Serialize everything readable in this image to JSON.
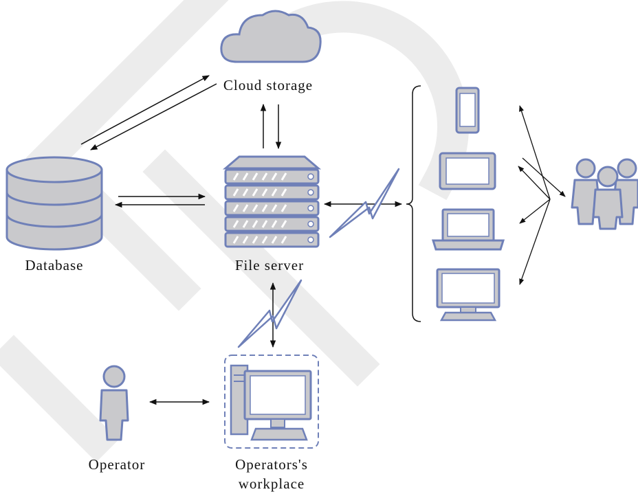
{
  "labels": {
    "cloud": "Cloud storage",
    "database": "Database",
    "server": "File server",
    "operator": "Operator",
    "workplace_line1": "Operators's",
    "workplace_line2": "workplace"
  },
  "icons": {
    "cloud": "cloud-icon",
    "database": "database-icon",
    "server": "server-rack-icon",
    "phone": "smartphone-icon",
    "tablet": "tablet-icon",
    "laptop": "laptop-icon",
    "monitor": "monitor-icon",
    "users": "user-group-icon",
    "operator": "person-icon",
    "workstation": "desktop-workstation-icon"
  },
  "colors": {
    "icon_fill": "#c9c9cc",
    "icon_stroke": "#6f80b8",
    "arrow": "#111111",
    "watermark": "#ececec"
  }
}
